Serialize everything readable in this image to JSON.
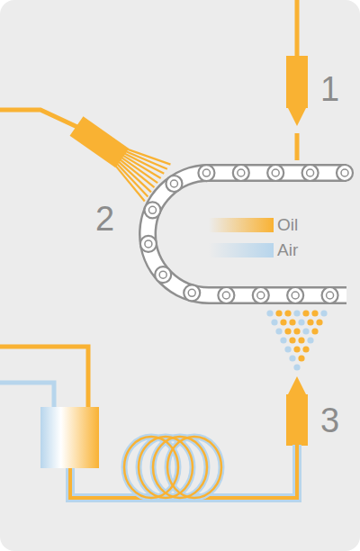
{
  "diagram": {
    "labels": [
      "1",
      "2",
      "3"
    ],
    "legend": [
      {
        "text": "Oil",
        "color": "#f9b233"
      },
      {
        "text": "Air",
        "color": "#b7d5ec"
      }
    ]
  }
}
